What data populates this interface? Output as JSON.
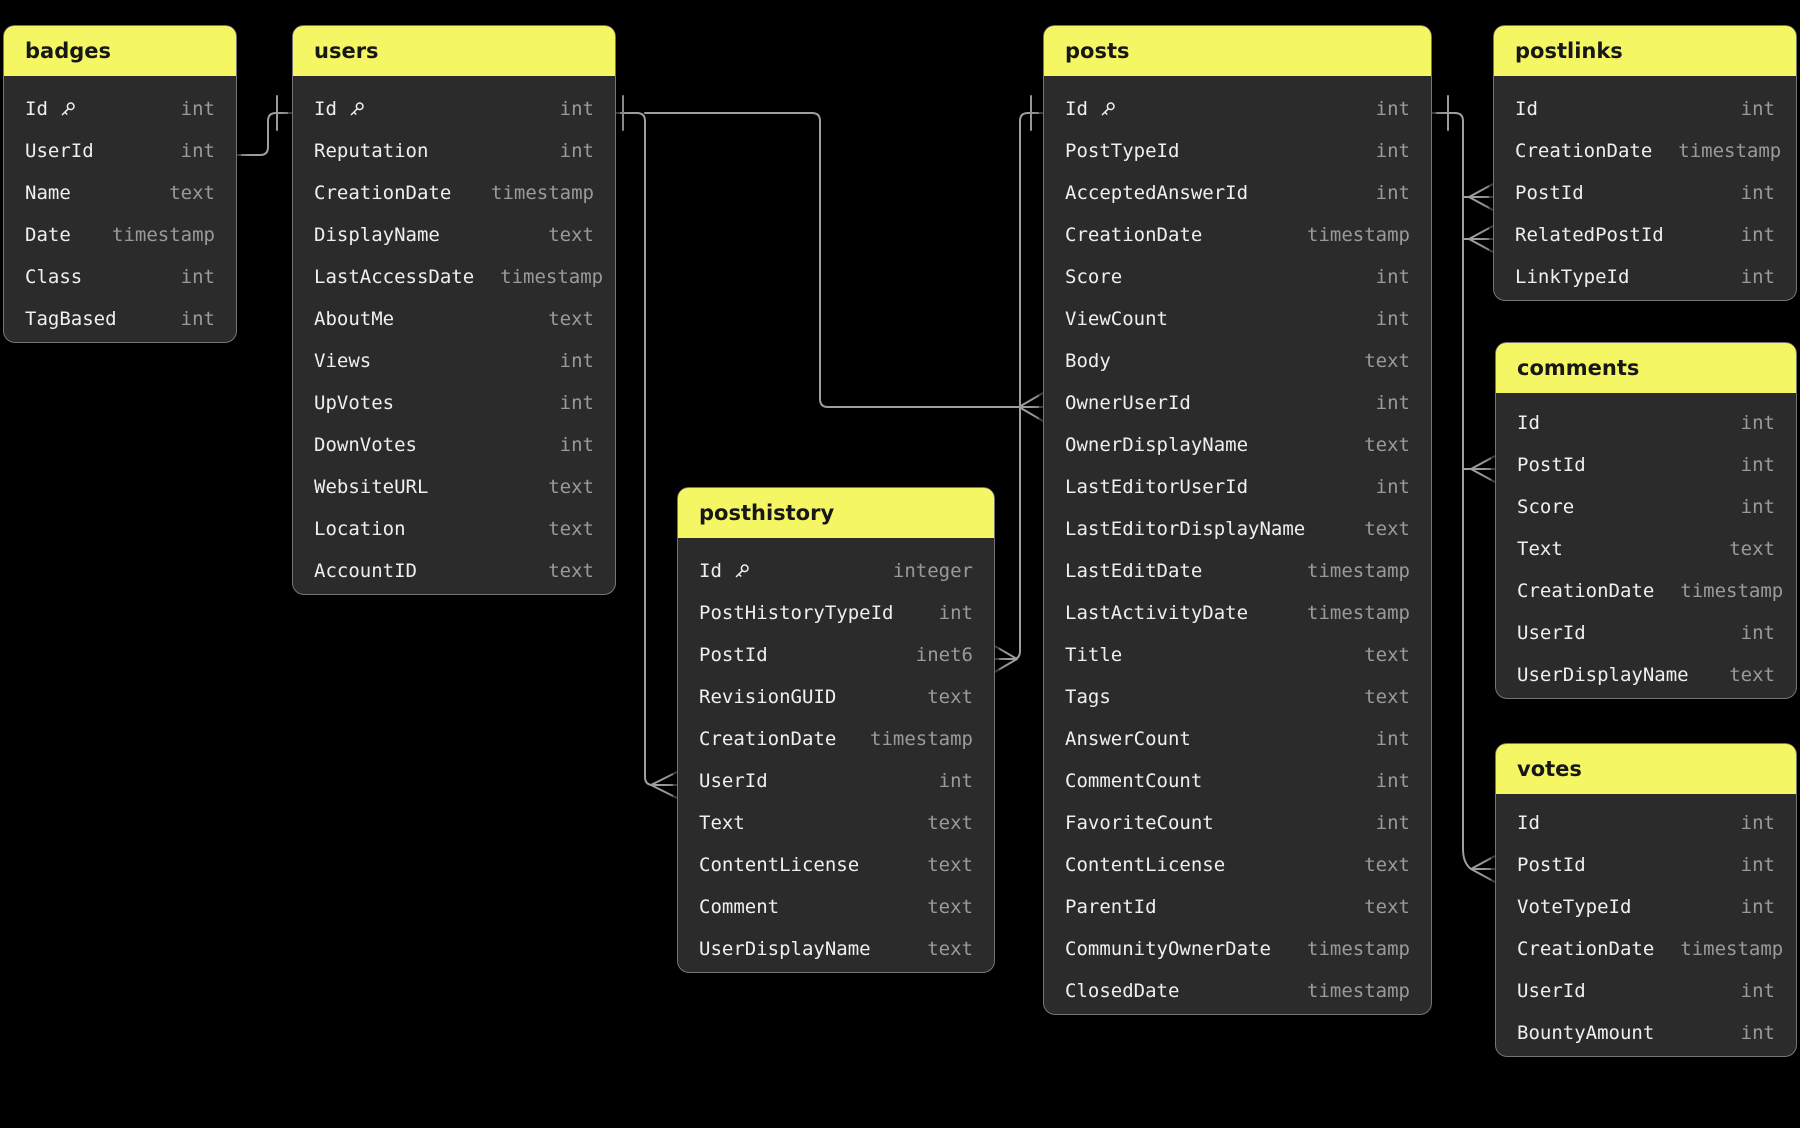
{
  "diagram": {
    "background_color": "#000000",
    "header_color": "#f5f663",
    "card_color": "#2b2b2b",
    "field_text_color": "#efefef",
    "type_text_color": "#9a9a9a",
    "line_color": "#9e9e9e",
    "tables": [
      {
        "title": "badges",
        "fields": [
          {
            "name": "Id",
            "type": "int",
            "pk": true
          },
          {
            "name": "UserId",
            "type": "int"
          },
          {
            "name": "Name",
            "type": "text"
          },
          {
            "name": "Date",
            "type": "timestamp"
          },
          {
            "name": "Class",
            "type": "int"
          },
          {
            "name": "TagBased",
            "type": "int"
          }
        ]
      },
      {
        "title": "users",
        "fields": [
          {
            "name": "Id",
            "type": "int",
            "pk": true
          },
          {
            "name": "Reputation",
            "type": "int"
          },
          {
            "name": "CreationDate",
            "type": "timestamp"
          },
          {
            "name": "DisplayName",
            "type": "text"
          },
          {
            "name": "LastAccessDate",
            "type": "timestamp"
          },
          {
            "name": "AboutMe",
            "type": "text"
          },
          {
            "name": "Views",
            "type": "int"
          },
          {
            "name": "UpVotes",
            "type": "int"
          },
          {
            "name": "DownVotes",
            "type": "int"
          },
          {
            "name": "WebsiteURL",
            "type": "text"
          },
          {
            "name": "Location",
            "type": "text"
          },
          {
            "name": "AccountID",
            "type": "text"
          }
        ]
      },
      {
        "title": "posthistory",
        "fields": [
          {
            "name": "Id",
            "type": "integer",
            "pk": true
          },
          {
            "name": "PostHistoryTypeId",
            "type": "int"
          },
          {
            "name": "PostId",
            "type": "inet6"
          },
          {
            "name": "RevisionGUID",
            "type": "text"
          },
          {
            "name": "CreationDate",
            "type": "timestamp"
          },
          {
            "name": "UserId",
            "type": "int"
          },
          {
            "name": "Text",
            "type": "text"
          },
          {
            "name": "ContentLicense",
            "type": "text"
          },
          {
            "name": "Comment",
            "type": "text"
          },
          {
            "name": "UserDisplayName",
            "type": "text"
          }
        ]
      },
      {
        "title": "posts",
        "fields": [
          {
            "name": "Id",
            "type": "int",
            "pk": true
          },
          {
            "name": "PostTypeId",
            "type": "int"
          },
          {
            "name": "AcceptedAnswerId",
            "type": "int"
          },
          {
            "name": "CreationDate",
            "type": "timestamp"
          },
          {
            "name": "Score",
            "type": "int"
          },
          {
            "name": "ViewCount",
            "type": "int"
          },
          {
            "name": "Body",
            "type": "text"
          },
          {
            "name": "OwnerUserId",
            "type": "int"
          },
          {
            "name": "OwnerDisplayName",
            "type": "text"
          },
          {
            "name": "LastEditorUserId",
            "type": "int"
          },
          {
            "name": "LastEditorDisplayName",
            "type": "text"
          },
          {
            "name": "LastEditDate",
            "type": "timestamp"
          },
          {
            "name": "LastActivityDate",
            "type": "timestamp"
          },
          {
            "name": "Title",
            "type": "text"
          },
          {
            "name": "Tags",
            "type": "text"
          },
          {
            "name": "AnswerCount",
            "type": "int"
          },
          {
            "name": "CommentCount",
            "type": "int"
          },
          {
            "name": "FavoriteCount",
            "type": "int"
          },
          {
            "name": "ContentLicense",
            "type": "text"
          },
          {
            "name": "ParentId",
            "type": "text"
          },
          {
            "name": "CommunityOwnerDate",
            "type": "timestamp"
          },
          {
            "name": "ClosedDate",
            "type": "timestamp"
          }
        ]
      },
      {
        "title": "postlinks",
        "fields": [
          {
            "name": "Id",
            "type": "int"
          },
          {
            "name": "CreationDate",
            "type": "timestamp"
          },
          {
            "name": "PostId",
            "type": "int"
          },
          {
            "name": "RelatedPostId",
            "type": "int"
          },
          {
            "name": "LinkTypeId",
            "type": "int"
          }
        ]
      },
      {
        "title": "comments",
        "fields": [
          {
            "name": "Id",
            "type": "int"
          },
          {
            "name": "PostId",
            "type": "int"
          },
          {
            "name": "Score",
            "type": "int"
          },
          {
            "name": "Text",
            "type": "text"
          },
          {
            "name": "CreationDate",
            "type": "timestamp"
          },
          {
            "name": "UserId",
            "type": "int"
          },
          {
            "name": "UserDisplayName",
            "type": "text"
          }
        ]
      },
      {
        "title": "votes",
        "fields": [
          {
            "name": "Id",
            "type": "int"
          },
          {
            "name": "PostId",
            "type": "int"
          },
          {
            "name": "VoteTypeId",
            "type": "int"
          },
          {
            "name": "CreationDate",
            "type": "timestamp"
          },
          {
            "name": "UserId",
            "type": "int"
          },
          {
            "name": "BountyAmount",
            "type": "int"
          }
        ]
      }
    ],
    "relations": [
      {
        "from": "users.Id",
        "to": "badges.UserId",
        "from_marker": "one",
        "to_marker": "none"
      },
      {
        "from": "users.Id",
        "to": "posthistory.UserId",
        "from_marker": "one",
        "to_marker": "many"
      },
      {
        "from": "users.Id",
        "to": "posts.OwnerUserId",
        "from_marker": "one",
        "to_marker": "many"
      },
      {
        "from": "posts.Id",
        "to": "posthistory.PostId",
        "from_marker": "one",
        "to_marker": "many"
      },
      {
        "from": "posts.Id",
        "to": "postlinks.PostId",
        "from_marker": "one",
        "to_marker": "many"
      },
      {
        "from": "posts.Id",
        "to": "postlinks.RelatedPostId",
        "from_marker": "one",
        "to_marker": "many"
      },
      {
        "from": "posts.Id",
        "to": "comments.PostId",
        "from_marker": "one",
        "to_marker": "many"
      },
      {
        "from": "posts.Id",
        "to": "votes.PostId",
        "from_marker": "one",
        "to_marker": "many"
      }
    ]
  }
}
